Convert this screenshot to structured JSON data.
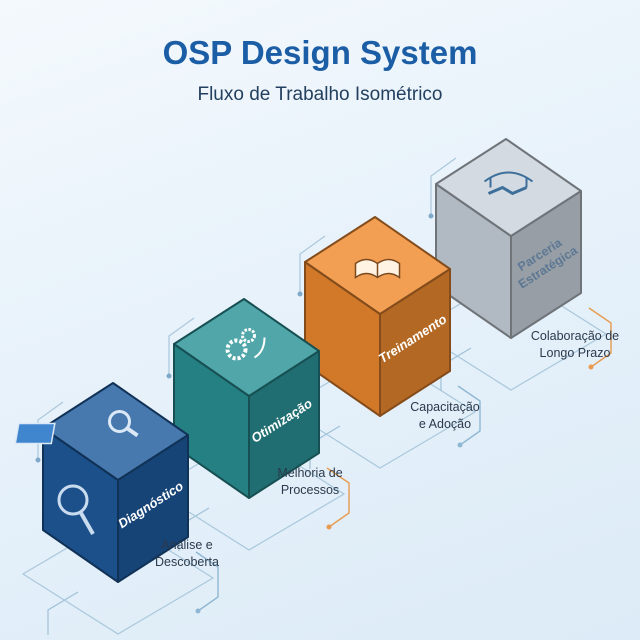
{
  "header": {
    "title": "OSP Design System",
    "subtitle": "Fluxo de Trabalho Isométrico"
  },
  "steps": [
    {
      "label": "Diagnóstico",
      "caption_line1": "Análise e",
      "caption_line2": "Descoberta",
      "icon": "magnifier-blueprint-icon",
      "color": "#1f5b9e"
    },
    {
      "label": "Otimização",
      "caption_line1": "Melhoria de",
      "caption_line2": "Processos",
      "icon": "gears-icon",
      "color": "#2a9296"
    },
    {
      "label": "Treinamento",
      "caption_line1": "Capacitação",
      "caption_line2": "e Adoção",
      "icon": "book-icon",
      "color": "#ef8a2f"
    },
    {
      "label": "Parceria Estratégica",
      "caption_line1": "Colaboração de",
      "caption_line2": "Longo Prazo",
      "icon": "handshake-bridge-icon",
      "color": "#c9d2dc"
    }
  ]
}
